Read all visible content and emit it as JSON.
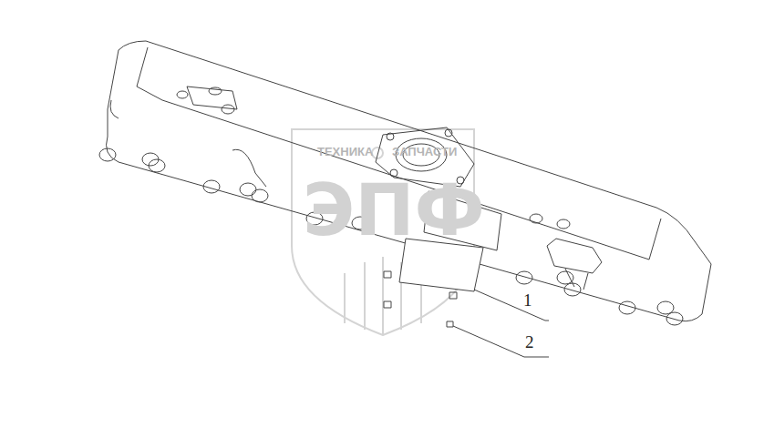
{
  "diagram": {
    "labels": [
      "ТЕХНИКА",
      "ЗАПЧАСТИ",
      "ЭПФ",
      "1",
      "2"
    ]
  }
}
